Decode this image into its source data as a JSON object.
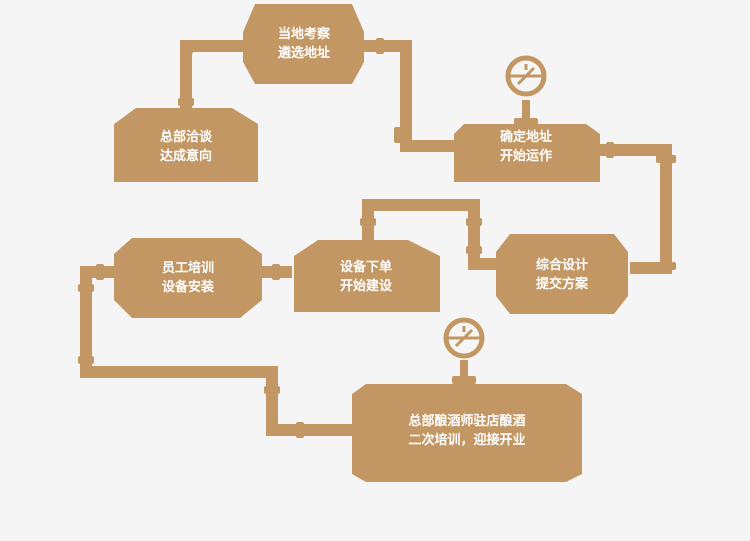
{
  "colors": {
    "background": "#f5f5f5",
    "shape": "#c39764",
    "shape_dark": "#b08358",
    "text": "#ffffff"
  },
  "steps": [
    {
      "line1": "当地考察",
      "line2": "遴选地址"
    },
    {
      "line1": "总部洽谈",
      "line2": "达成意向"
    },
    {
      "line1": "确定地址",
      "line2": "开始运作"
    },
    {
      "line1": "综合设计",
      "line2": "提交方案"
    },
    {
      "line1": "设备下单",
      "line2": "开始建设"
    },
    {
      "line1": "员工培训",
      "line2": "设备安装"
    },
    {
      "line1": "总部酿酒师驻店酿酒",
      "line2": "二次培训，迎接开业"
    }
  ],
  "icons": [
    "valve-gauge-icon",
    "valve-gauge-icon"
  ]
}
